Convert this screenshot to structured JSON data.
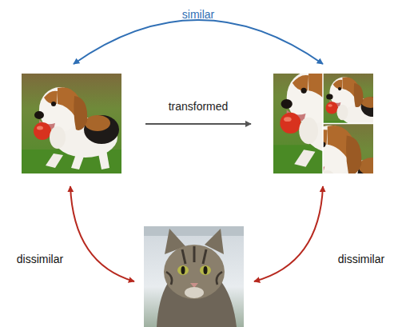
{
  "diagram": {
    "labels": [
      "similar",
      "transformed",
      "dissimilar",
      "dissimilar"
    ]
  }
}
